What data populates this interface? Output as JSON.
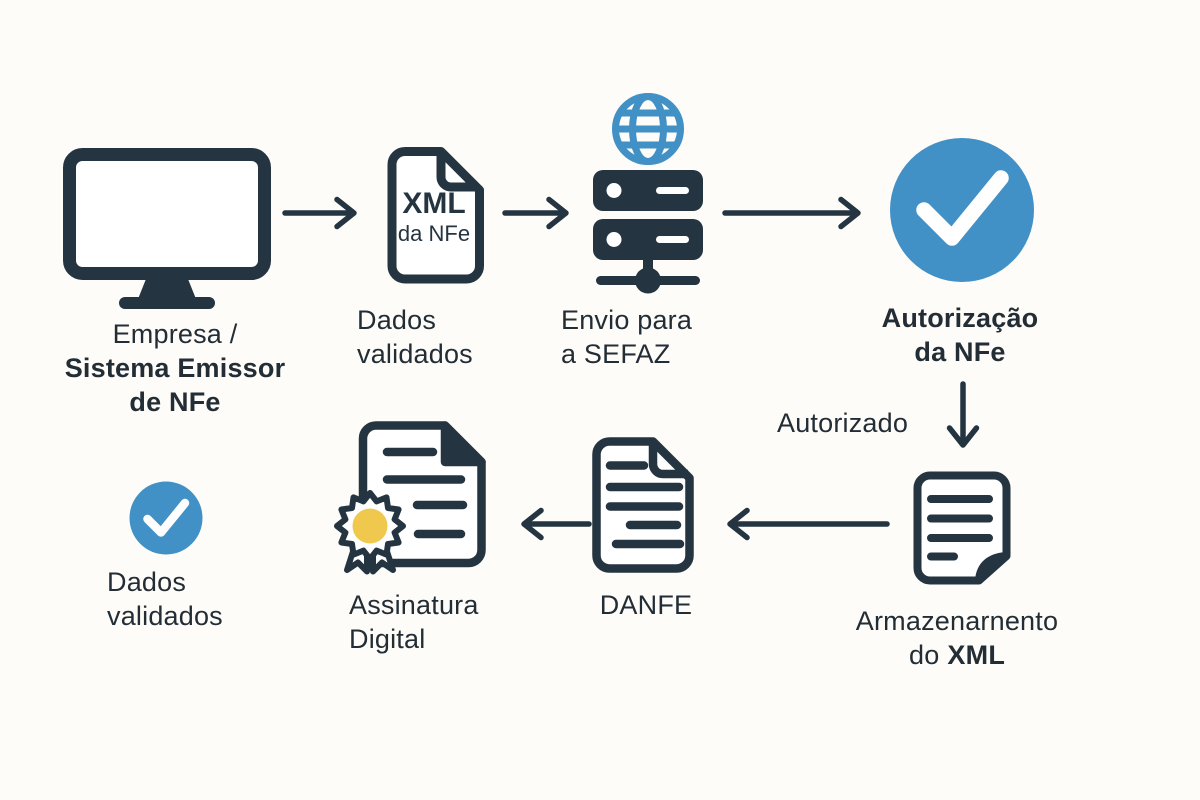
{
  "colors": {
    "ink": "#253441",
    "blue": "#4191c6",
    "yellow": "#f1c84e",
    "background": "#fdfcf8",
    "text": "#232d36"
  },
  "nodes": {
    "emissor": {
      "icon": "monitor-icon",
      "line1": "Empresa /",
      "line2": "Sistema Emissor",
      "line3": "de NFe"
    },
    "xml_nfe": {
      "icon": "xml-file-icon",
      "file_text_line1": "XML",
      "file_text_line2": "da NFe",
      "line1": "Dados",
      "line2": "validados"
    },
    "sefaz": {
      "icon": "server-globe-icon",
      "line1": "Envio para",
      "line2": "a SEFAZ"
    },
    "autorizacao": {
      "icon": "check-circle-icon",
      "line1": "Autorização",
      "line2": "da NFe"
    },
    "armazenamento": {
      "icon": "xml-storage-file-icon",
      "line1": "Armazenarnento",
      "line2_word": "do",
      "line2_bold": "XML"
    },
    "danfe": {
      "icon": "danfe-document-icon",
      "label": "DANFE"
    },
    "assinatura": {
      "icon": "digital-certificate-icon",
      "line1": "Assinatura",
      "line2": "Digital"
    },
    "dados_validados": {
      "icon": "check-circle-icon",
      "line1": "Dados",
      "line2": "validados"
    }
  },
  "edge_labels": {
    "autorizado": "Autorizado"
  }
}
